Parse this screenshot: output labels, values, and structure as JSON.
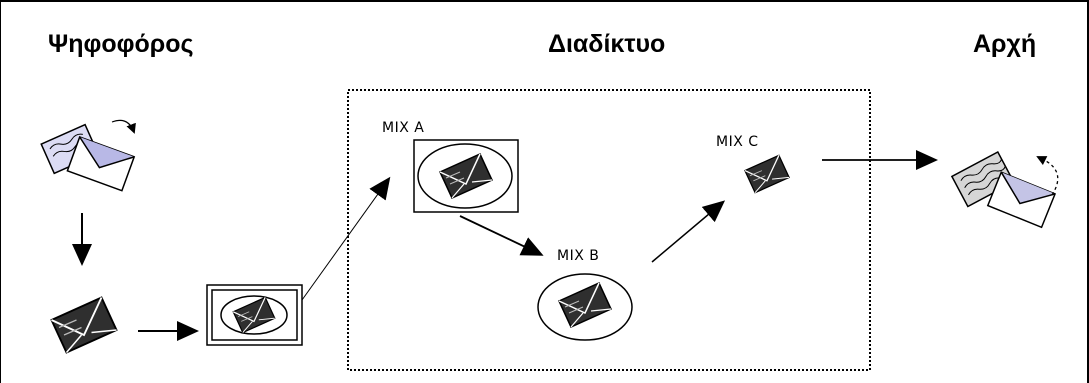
{
  "headings": {
    "voter": "Ψηφοφόρος",
    "internet": "Διαδίκτυο",
    "authority": "Αρχή"
  },
  "mixes": {
    "a": "MIX A",
    "b": "MIX B",
    "c": "MIX C"
  },
  "colors": {
    "stroke": "#000000",
    "paper": "#ffffff",
    "sealed_envelope": "#3a3a3a",
    "letter_tint": "#c9c9e8"
  },
  "icons": {
    "voter_ballot": "letter-into-envelope-icon",
    "sealed": "sealed-envelope-icon",
    "authority_ballot": "open-envelope-letter-icon"
  }
}
